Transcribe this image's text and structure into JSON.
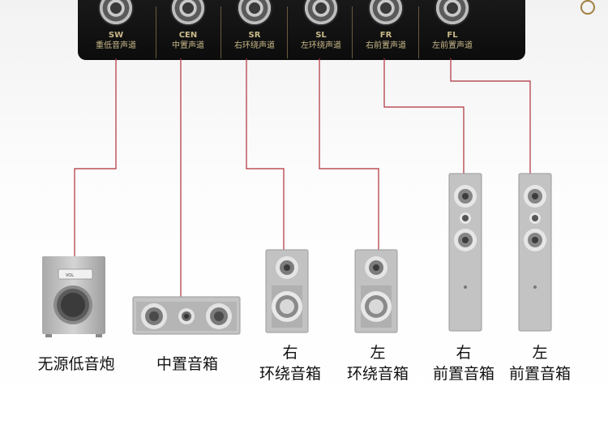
{
  "panel": {
    "channels": [
      {
        "code": "SW",
        "label": "重低音声道"
      },
      {
        "code": "CEN",
        "label": "中置声道"
      },
      {
        "code": "SR",
        "label": "右环绕声道"
      },
      {
        "code": "SL",
        "label": "左环绕声道"
      },
      {
        "code": "FR",
        "label": "右前置声道"
      },
      {
        "code": "FL",
        "label": "左前置声道"
      }
    ]
  },
  "speakers": [
    {
      "caption_line1": "无源低音炮",
      "caption_line2": ""
    },
    {
      "caption_line1": "中置音箱",
      "caption_line2": ""
    },
    {
      "caption_line1": "右",
      "caption_line2": "环绕音箱"
    },
    {
      "caption_line1": "左",
      "caption_line2": "环绕音箱"
    },
    {
      "caption_line1": "右",
      "caption_line2": "前置音箱"
    },
    {
      "caption_line1": "左",
      "caption_line2": "前置音箱"
    }
  ],
  "subwoofer_badge": "VOL",
  "colors": {
    "wire": "#b0303a",
    "panel": "#111111",
    "panel_text": "#c9b98a",
    "speaker_body": "#bdbdbd"
  }
}
